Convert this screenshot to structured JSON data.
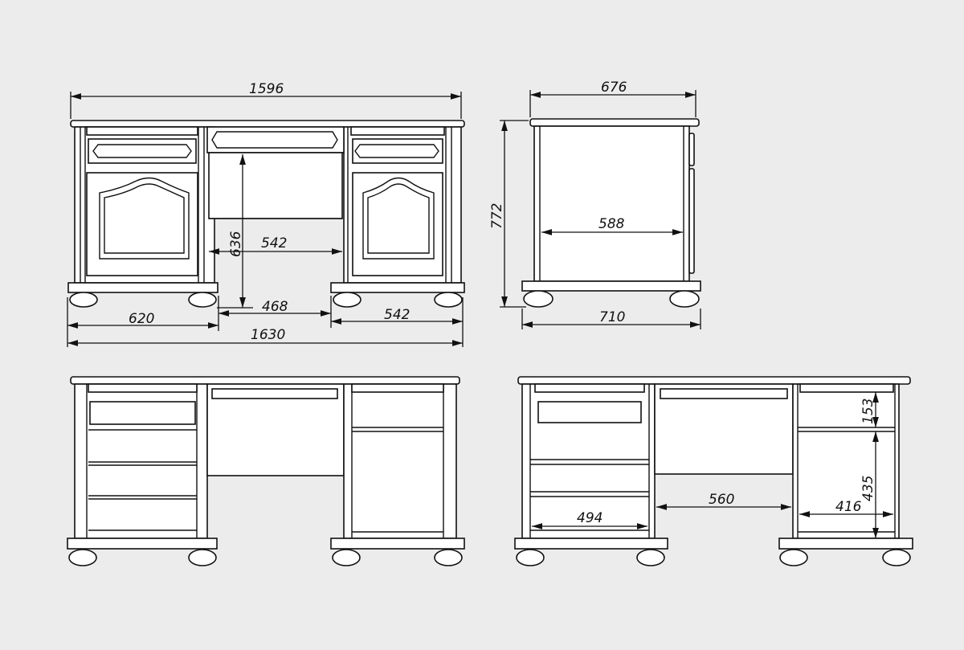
{
  "front_view": {
    "total_top_width": "1596",
    "knee_height": "636",
    "knee_width": "542",
    "inner_gap": "468",
    "left_pedestal": "620",
    "right_pedestal": "542",
    "total_width": "1630"
  },
  "side_view": {
    "top_depth": "676",
    "height": "772",
    "inner_depth": "588",
    "base_depth": "710"
  },
  "back_view_right": {
    "drawer_height": "153",
    "compartment_height": "435",
    "right_inner_width": "416",
    "gap_width": "560",
    "left_inner_width": "494"
  },
  "colors": {
    "background": "#ececec",
    "line": "#111111",
    "fill": "#ffffff"
  }
}
